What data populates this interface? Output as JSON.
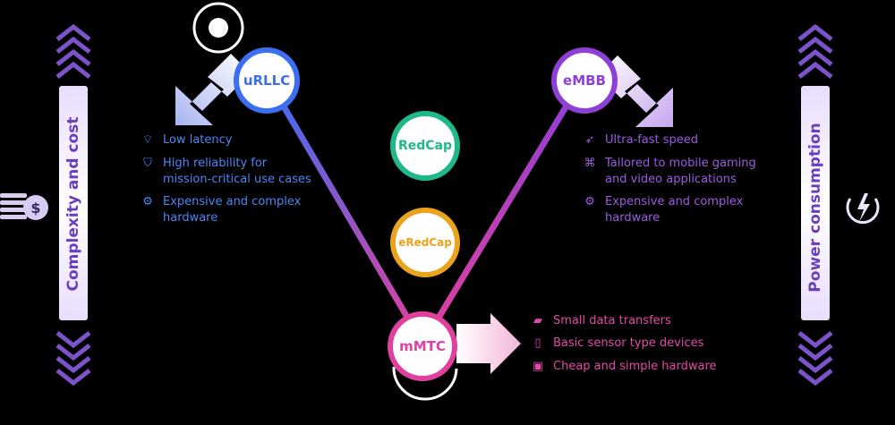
{
  "left_bar": {
    "label": "Complexity and cost",
    "icon": "dollar-stack-icon"
  },
  "right_bar": {
    "label": "Power consumption",
    "icon": "power-cycle-icon"
  },
  "nodes": {
    "urllc": {
      "label": "uRLLC",
      "color": "#3b6ef0"
    },
    "embb": {
      "label": "eMBB",
      "color": "#8e3fd6"
    },
    "mmtc": {
      "label": "mMTC",
      "color": "#e0409e"
    },
    "redcap": {
      "label": "RedCap",
      "color": "#1fb88a"
    },
    "eredcap": {
      "label": "eRedCap",
      "color": "#e9a31c"
    }
  },
  "urllc_features": [
    {
      "icon": "wifi-icon",
      "text": "Low latency"
    },
    {
      "icon": "shield-check-icon",
      "text": "High reliability for\nmission-critical use cases"
    },
    {
      "icon": "dollar-gear-icon",
      "text": "Expensive and complex\nhardware"
    }
  ],
  "embb_features": [
    {
      "icon": "rocket-icon",
      "text": "Ultra-fast speed"
    },
    {
      "icon": "gamepad-icon",
      "text": "Tailored to mobile gaming\nand video applications"
    },
    {
      "icon": "dollar-gear-icon",
      "text": "Expensive and complex\nhardware"
    }
  ],
  "mmtc_features": [
    {
      "icon": "folder-icon",
      "text": "Small data transfers"
    },
    {
      "icon": "phone-icon",
      "text": "Basic sensor type devices"
    },
    {
      "icon": "chip-icon",
      "text": "Cheap and simple hardware"
    }
  ],
  "colors": {
    "urllc_text": "#4a86f2",
    "embb_text": "#9a5be0",
    "mmtc_text": "#e24aa6"
  }
}
